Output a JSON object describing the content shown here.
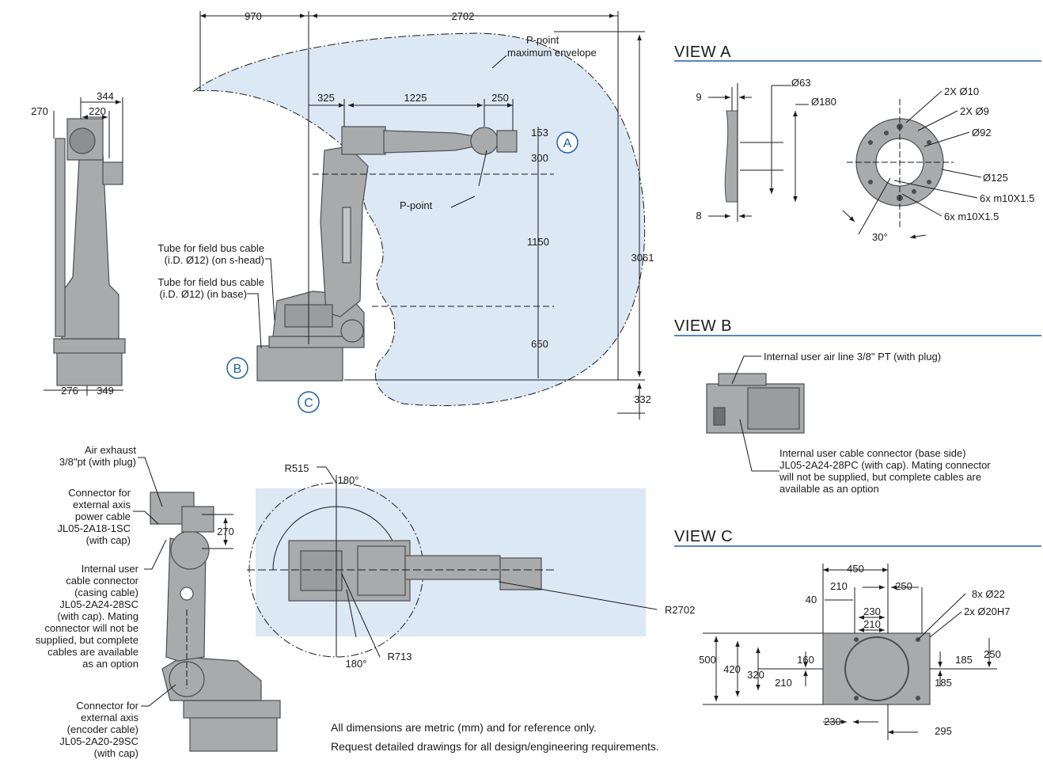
{
  "views": {
    "a": "VIEW A",
    "b": "VIEW B",
    "c": "VIEW C"
  },
  "envelope_label": [
    "P-point",
    "maximum envelope"
  ],
  "p_point_label": "P-point",
  "markers": {
    "a": "A",
    "b": "B",
    "c": "C"
  },
  "side_dims": {
    "d970": "970",
    "d2702": "2702",
    "d325": "325",
    "d1225": "1225",
    "d250": "250",
    "d153": "153",
    "d300": "300",
    "d1150": "1150",
    "d650": "650",
    "d3061": "3061",
    "d332": "332"
  },
  "left_dims": {
    "d344": "344",
    "d270": "270",
    "d220": "220",
    "d276": "276",
    "d349": "349"
  },
  "tube_labels": {
    "shead": [
      "Tube for field bus cable",
      "(i.D. Ø12) (on s-head)"
    ],
    "base": [
      "Tube for field bus cable",
      "(i.D. Ø12) (in base)"
    ]
  },
  "view_a": {
    "d9": "9",
    "d8": "8",
    "d63": "Ø63",
    "d180": "Ø180",
    "h10": "2X Ø10",
    "h9": "2X Ø9",
    "d92": "Ø92",
    "d125": "Ø125",
    "m1": "6x m10X1.5",
    "m2": "6x m10X1.5",
    "ang": "30°"
  },
  "view_b": {
    "air": "Internal user air line 3/8\" PT (with plug)",
    "cable": [
      "Internal user cable connector (base side)",
      "JL05-2A24-28PC (with cap). Mating connector",
      "will not be supplied, but complete cables are",
      "available as an option"
    ]
  },
  "rear_labels": {
    "air": [
      "Air exhaust",
      "3/8\"pt (with plug)"
    ],
    "power": [
      "Connector for",
      "external axis",
      "power cable",
      "JL05-2A18-1SC",
      "(with cap)"
    ],
    "casing": [
      "Internal user",
      "cable connector",
      "(casing cable)",
      "JL05-2A24-28SC",
      "(with cap). Mating",
      "connector will not be",
      "supplied, but complete",
      "cables are available",
      "as an option"
    ],
    "encoder": [
      "Connector for",
      "external axis",
      "(encoder cable)",
      "JL05-2A20-29SC",
      "(with cap)"
    ],
    "d270": "270"
  },
  "top_view": {
    "r515": "R515",
    "a180t": "180°",
    "a180b": "180°",
    "r713": "R713",
    "r2702": "R2702"
  },
  "view_c": {
    "d450": "450",
    "d40": "40",
    "d210a": "210",
    "d250a": "250",
    "h22": "8x Ø22",
    "h20": "2x Ø20H7",
    "d230a": "230",
    "d210b": "210",
    "d500": "500",
    "d420": "420",
    "d320": "320",
    "d160": "160",
    "d210c": "210",
    "d185a": "185",
    "d250b": "250",
    "d185b": "185",
    "d230b": "230",
    "d295": "295"
  },
  "footnote": [
    "All dimensions are metric (mm) and for reference only.",
    "Request detailed drawings for all design/engineering requirements."
  ],
  "colors": {
    "envelope": "#dce8f4",
    "robot": "#a9aaac",
    "robot_dark": "#555a60",
    "accent": "#1f5fa8"
  }
}
